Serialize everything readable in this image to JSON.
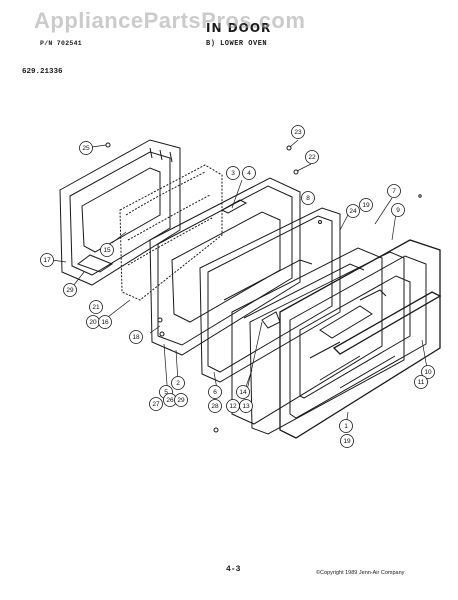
{
  "header": {
    "line1": "P/N 702541",
    "title": "IN DOOR",
    "subtitle": "B) LOWER OVEN",
    "model_number": "629.21336"
  },
  "watermark": "AppliancePartsPros.com",
  "footer": {
    "page_number": "4-3",
    "copyright": "©Copyright 1989 Jenn-Air Company"
  },
  "callouts": [
    {
      "id": "c25",
      "label": "25"
    },
    {
      "id": "c23",
      "label": "23"
    },
    {
      "id": "c22",
      "label": "22"
    },
    {
      "id": "c3",
      "label": "3"
    },
    {
      "id": "c4",
      "label": "4"
    },
    {
      "id": "c8",
      "label": "8"
    },
    {
      "id": "c7",
      "label": "7"
    },
    {
      "id": "c24",
      "label": "24"
    },
    {
      "id": "c19a",
      "label": "19"
    },
    {
      "id": "c9",
      "label": "9"
    },
    {
      "id": "c15",
      "label": "15"
    },
    {
      "id": "c17",
      "label": "17"
    },
    {
      "id": "c29a",
      "label": "29"
    },
    {
      "id": "c21",
      "label": "21"
    },
    {
      "id": "c20",
      "label": "20"
    },
    {
      "id": "c16",
      "label": "16"
    },
    {
      "id": "c18",
      "label": "18"
    },
    {
      "id": "c2",
      "label": "2"
    },
    {
      "id": "c5",
      "label": "5"
    },
    {
      "id": "c27",
      "label": "27"
    },
    {
      "id": "c26",
      "label": "26"
    },
    {
      "id": "c29b",
      "label": "29"
    },
    {
      "id": "c6",
      "label": "6"
    },
    {
      "id": "c28",
      "label": "28"
    },
    {
      "id": "c14",
      "label": "14"
    },
    {
      "id": "c12",
      "label": "12"
    },
    {
      "id": "c13",
      "label": "13"
    },
    {
      "id": "c10",
      "label": "10"
    },
    {
      "id": "c11",
      "label": "11"
    },
    {
      "id": "c1",
      "label": "1"
    },
    {
      "id": "c19b",
      "label": "19"
    }
  ]
}
